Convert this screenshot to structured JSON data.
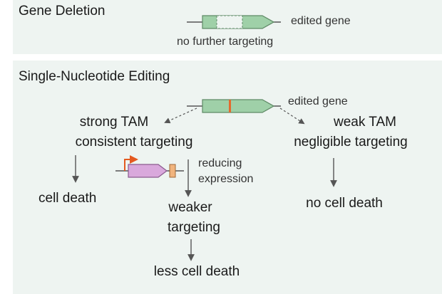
{
  "gene_deletion": {
    "title": "Gene Deletion",
    "edited_gene_label": "edited gene",
    "outcome": "no further targeting"
  },
  "single_nucleotide": {
    "title": "Single-Nucleotide Editing",
    "edited_gene_label": "edited gene",
    "strong_branch": {
      "line1": "strong TAM",
      "line2": "consistent targeting",
      "outcome": "cell death"
    },
    "weak_branch": {
      "line1": "weak TAM",
      "line2": "negligible targeting",
      "outcome": "no cell death"
    },
    "reduced_branch": {
      "note_line1": "reducing",
      "note_line2": "expression",
      "line1": "weaker",
      "line2": "targeting",
      "outcome": "less cell death"
    }
  },
  "colors": {
    "panel": "#eef4f1",
    "gene_fill": "#9fd0a8",
    "gene_stroke": "#5f8a66",
    "mutation": "#e46a2e",
    "reporter_fill": "#d9a8dc",
    "reporter_stroke": "#8a5a8e",
    "tag_fill": "#f1b47e",
    "promoter": "#e45a20",
    "arrow": "#555555"
  }
}
